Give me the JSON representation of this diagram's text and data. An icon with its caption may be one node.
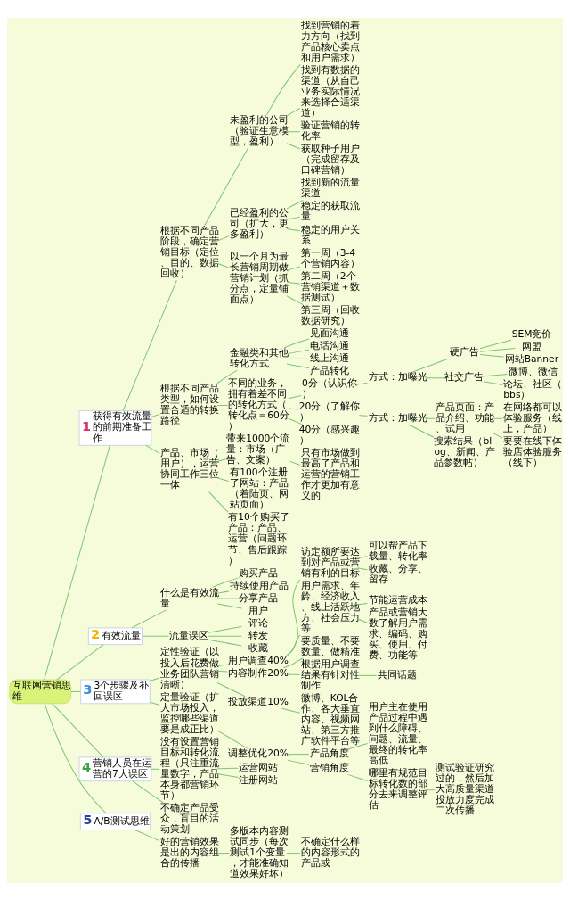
{
  "diagram": {
    "nodes": [
      {
        "text": [
          "互联网营销思维"
        ]
      },
      {
        "text": [
          "1",
          "获得有效流量的前期准备工作"
        ]
      },
      {
        "text": [
          "根据不同产品阶段，确定营销目标（定位、目的、数据回收）"
        ]
      },
      {
        "text": [
          "未盈利的公司（验证生意模型，盈利）"
        ]
      },
      {
        "text": [
          "找到营销的着力方向（找到产品核心卖点和用户需求）"
        ]
      },
      {
        "text": [
          "找到有数据的渠道（从自己业务实际情况来选择合适渠道）"
        ]
      },
      {
        "text": [
          "验证营销的转化率"
        ]
      },
      {
        "text": [
          "获取种子用户（完成留存及口碑营销）"
        ]
      },
      {
        "text": [
          "已经盈利的公司（扩大，更多盈利）"
        ]
      },
      {
        "text": [
          "找到新的流量渠道"
        ]
      },
      {
        "text": [
          "稳定的获取流量"
        ]
      },
      {
        "text": [
          "稳定的用户关系"
        ]
      },
      {
        "text": [
          "以一个月为最长营销周期做营销计划（抓分点，定量铺面点）"
        ]
      },
      {
        "text": [
          "第一周（3-4个营销内容）"
        ]
      },
      {
        "text": [
          "第二周（2个营销渠道＋数据测试）"
        ]
      },
      {
        "text": [
          "第三周（回收数据研究）"
        ]
      },
      {
        "text": [
          "根据不同产品类型，如何设置合适的转换路径"
        ]
      },
      {
        "text": [
          "金融类和其他转化方式"
        ]
      },
      {
        "text": [
          "见面沟通"
        ]
      },
      {
        "text": [
          "电话沟通"
        ]
      },
      {
        "text": [
          "线上沟通"
        ]
      },
      {
        "text": [
          "产品转化"
        ]
      },
      {
        "text": [
          "不同的业务，拥有着差不同的转化方式（转化点＝60分）"
        ]
      },
      {
        "text": [
          "0分（认识你）"
        ]
      },
      {
        "text": [
          "方式：加曝光"
        ]
      },
      {
        "text": [
          "硬广告"
        ]
      },
      {
        "text": [
          "SEM竞价"
        ]
      },
      {
        "text": [
          "网盟"
        ]
      },
      {
        "text": [
          "网站Banner"
        ]
      },
      {
        "text": [
          "社交广告"
        ]
      },
      {
        "text": [
          "微博、微信"
        ]
      },
      {
        "text": [
          "论坛、社区（bbs）"
        ]
      },
      {
        "text": [
          "20分（了解你）"
        ]
      },
      {
        "text": [
          "方式：加曝光"
        ]
      },
      {
        "text": [
          "产品页面：产品介绍、功能、试用"
        ]
      },
      {
        "text": [
          "在网络都可以体验服务（线上，产品）"
        ]
      },
      {
        "text": [
          "要要在线下体验店体验服务（线下）"
        ]
      },
      {
        "text": [
          "搜索结果（blog、新闻、产品参数帖）"
        ]
      },
      {
        "text": [
          "40分（感兴趣）"
        ]
      },
      {
        "text": [
          "产品、市场（用户），运营协同工作三位一体"
        ]
      },
      {
        "text": [
          "带来1000个流量：市场（广告、文案）"
        ]
      },
      {
        "text": [
          "只有市场做到最高了产品和运营的营销工作才更加有意义的"
        ]
      },
      {
        "text": [
          "有100个注册了网站：产品（着陆页、网站页面）"
        ]
      },
      {
        "text": [
          "有10个购买了产品：产品、运营（问题环节、售后跟踪）"
        ]
      },
      {
        "text": [
          "2",
          "有效流量"
        ]
      },
      {
        "text": [
          "什么是有效流量"
        ]
      },
      {
        "text": [
          "购买产品"
        ]
      },
      {
        "text": [
          "持续使用产品"
        ]
      },
      {
        "text": [
          "分享产品"
        ]
      },
      {
        "text": [
          "用户"
        ]
      },
      {
        "text": [
          "流量误区"
        ]
      },
      {
        "text": [
          "评论"
        ]
      },
      {
        "text": [
          "转发"
        ]
      },
      {
        "text": [
          "收藏"
        ]
      },
      {
        "text": [
          "3",
          "3个步骤及补回误区"
        ]
      },
      {
        "text": [
          "定性验证（以投入后花费做业务团队营销清晰）"
        ]
      },
      {
        "text": [
          "用户调查40%"
        ]
      },
      {
        "text": [
          "访定额所要达到对产品或营销有利的目标"
        ]
      },
      {
        "text": [
          "可以帮产品下载量、转化率"
        ]
      },
      {
        "text": [
          "收藏、分享、留存"
        ]
      },
      {
        "text": [
          "用户需求、年龄、经济收入、线上活跃地方、社会压力等"
        ]
      },
      {
        "text": [
          "节能运营成本"
        ]
      },
      {
        "text": [
          "产品或营销大数了解用户需求、编码、购买、使用、付费、功能等"
        ]
      },
      {
        "text": [
          "内容制作20%"
        ]
      },
      {
        "text": [
          "要质量、不要数量、做精准"
        ]
      },
      {
        "text": [
          "根据用户调查结果有针对性制作"
        ]
      },
      {
        "text": [
          "共同话题"
        ]
      },
      {
        "text": [
          "投放渠道10%"
        ]
      },
      {
        "text": [
          "微博、KOL合作、各大垂直内容、视频网站、第三方推广软件平台等"
        ]
      },
      {
        "text": [
          "定量验证（扩大市场投入，监控哪些渠道要是成正比）"
        ]
      },
      {
        "text": [
          "调整优化20%"
        ]
      },
      {
        "text": [
          "产品角度"
        ]
      },
      {
        "text": [
          "用户主在使用产品过程中遇到什么障碍、问题、流量、最终的转化率高低"
        ]
      },
      {
        "text": [
          "营销角度"
        ]
      },
      {
        "text": [
          "哪里有规范目标转化数的部分去来调整评估"
        ]
      },
      {
        "text": [
          "测试验证研究过的，然后加大高质量渠道投放力度完成二次传播"
        ]
      },
      {
        "text": [
          "4",
          "营销人员在运营的7大误区"
        ]
      },
      {
        "text": [
          "没有设置营销目标和转化流程（只注重流量数字，产品本身都营销环节）"
        ]
      },
      {
        "text": [
          "运营网站"
        ]
      },
      {
        "text": [
          "注册网站"
        ]
      },
      {
        "text": [
          "不确定产品受众，盲目的活动策划"
        ]
      },
      {
        "text": [
          "5",
          "A/B测试思维"
        ]
      },
      {
        "text": [
          "好的营销效果是出的内容组合的传播"
        ]
      },
      {
        "text": [
          "多版本内容测试同步（每次测试1个变量，才能准确知道效果好坏）"
        ]
      },
      {
        "text": [
          "不确定什么样的内容形式的产品或"
        ]
      }
    ],
    "edges": [
      {
        "from": 0,
        "to": 1,
        "arrow": "none"
      },
      {
        "from": 1,
        "to": 2,
        "arrow": "none"
      },
      {
        "from": 2,
        "to": 3,
        "arrow": "none"
      },
      {
        "from": 3,
        "to": 4,
        "arrow": "none"
      },
      {
        "from": 3,
        "to": 5,
        "arrow": "none"
      },
      {
        "from": 3,
        "to": 6,
        "arrow": "none"
      },
      {
        "from": 3,
        "to": 7,
        "arrow": "none"
      },
      {
        "from": 2,
        "to": 8,
        "arrow": "none"
      },
      {
        "from": 8,
        "to": 9,
        "arrow": "none"
      },
      {
        "from": 8,
        "to": 10,
        "arrow": "none"
      },
      {
        "from": 8,
        "to": 11,
        "arrow": "none"
      },
      {
        "from": 2,
        "to": 12,
        "arrow": "none"
      },
      {
        "from": 12,
        "to": 13,
        "arrow": "none"
      },
      {
        "from": 12,
        "to": 14,
        "arrow": "none"
      },
      {
        "from": 12,
        "to": 15,
        "arrow": "none"
      },
      {
        "from": 1,
        "to": 16,
        "arrow": "none"
      },
      {
        "from": 16,
        "to": 17,
        "arrow": "none"
      },
      {
        "from": 17,
        "to": 18,
        "arrow": "none"
      },
      {
        "from": 17,
        "to": 19,
        "arrow": "none"
      },
      {
        "from": 17,
        "to": 20,
        "arrow": "none"
      },
      {
        "from": 17,
        "to": 21,
        "arrow": "none"
      },
      {
        "from": 16,
        "to": 22,
        "arrow": "none"
      },
      {
        "from": 22,
        "to": 23,
        "arrow": "none"
      },
      {
        "from": 23,
        "to": 24,
        "arrow": "none"
      },
      {
        "from": 24,
        "to": 25,
        "arrow": "none"
      },
      {
        "from": 25,
        "to": 26,
        "arrow": "none"
      },
      {
        "from": 25,
        "to": 27,
        "arrow": "none"
      },
      {
        "from": 25,
        "to": 28,
        "arrow": "none"
      },
      {
        "from": 24,
        "to": 29,
        "arrow": "none"
      },
      {
        "from": 29,
        "to": 30,
        "arrow": "none"
      },
      {
        "from": 29,
        "to": 31,
        "arrow": "none"
      },
      {
        "from": 22,
        "to": 32,
        "arrow": "none"
      },
      {
        "from": 32,
        "to": 33,
        "arrow": "none"
      },
      {
        "from": 33,
        "to": 34,
        "arrow": "none"
      },
      {
        "from": 34,
        "to": 35,
        "arrow": "none"
      },
      {
        "from": 34,
        "to": 36,
        "arrow": "none"
      },
      {
        "from": 33,
        "to": 37,
        "arrow": "none"
      },
      {
        "from": 22,
        "to": 38,
        "arrow": "none"
      },
      {
        "from": 1,
        "to": 39,
        "arrow": "none"
      },
      {
        "from": 39,
        "to": 40,
        "arrow": "none"
      },
      {
        "from": 40,
        "to": 41,
        "arrow": "none"
      },
      {
        "from": 39,
        "to": 42,
        "arrow": "none"
      },
      {
        "from": 39,
        "to": 43,
        "arrow": "none"
      },
      {
        "from": 0,
        "to": 44,
        "arrow": "none"
      },
      {
        "from": 44,
        "to": 45,
        "arrow": "none"
      },
      {
        "from": 45,
        "to": 46,
        "arrow": "none"
      },
      {
        "from": 45,
        "to": 47,
        "arrow": "none"
      },
      {
        "from": 45,
        "to": 48,
        "arrow": "none"
      },
      {
        "from": 45,
        "to": 49,
        "arrow": "none"
      },
      {
        "from": 44,
        "to": 50,
        "arrow": "none"
      },
      {
        "from": 50,
        "to": 51,
        "arrow": "none"
      },
      {
        "from": 50,
        "to": 52,
        "arrow": "none"
      },
      {
        "from": 50,
        "to": 53,
        "arrow": "none"
      },
      {
        "from": 0,
        "to": 54,
        "arrow": "none"
      },
      {
        "from": 54,
        "to": 55,
        "arrow": "none"
      },
      {
        "from": 55,
        "to": 56,
        "arrow": "none"
      },
      {
        "from": 56,
        "to": 57,
        "arrow": "none"
      },
      {
        "from": 57,
        "to": 58,
        "arrow": "none"
      },
      {
        "from": 57,
        "to": 59,
        "arrow": "none"
      },
      {
        "from": 56,
        "to": 60,
        "arrow": "none"
      },
      {
        "from": 60,
        "to": 61,
        "arrow": "none"
      },
      {
        "from": 60,
        "to": 62,
        "arrow": "none"
      },
      {
        "from": 55,
        "to": 63,
        "arrow": "none"
      },
      {
        "from": 63,
        "to": 64,
        "arrow": "none"
      },
      {
        "from": 63,
        "to": 65,
        "arrow": "none"
      },
      {
        "from": 65,
        "to": 66,
        "arrow": "none"
      },
      {
        "from": 55,
        "to": 67,
        "arrow": "none"
      },
      {
        "from": 67,
        "to": 68,
        "arrow": "none"
      },
      {
        "from": 54,
        "to": 69,
        "arrow": "none"
      },
      {
        "from": 69,
        "to": 70,
        "arrow": "none"
      },
      {
        "from": 70,
        "to": 71,
        "arrow": "none"
      },
      {
        "from": 71,
        "to": 72,
        "arrow": "none"
      },
      {
        "from": 70,
        "to": 73,
        "arrow": "none"
      },
      {
        "from": 73,
        "to": 74,
        "arrow": "none"
      },
      {
        "from": 74,
        "to": 75,
        "arrow": "none"
      },
      {
        "from": 0,
        "to": 76,
        "arrow": "none"
      },
      {
        "from": 76,
        "to": 77,
        "arrow": "none"
      },
      {
        "from": 77,
        "to": 78,
        "arrow": "none"
      },
      {
        "from": 77,
        "to": 79,
        "arrow": "none"
      },
      {
        "from": 76,
        "to": 80,
        "arrow": "none"
      },
      {
        "from": 0,
        "to": 81,
        "arrow": "none"
      },
      {
        "from": 81,
        "to": 82,
        "arrow": "none"
      },
      {
        "from": 82,
        "to": 83,
        "arrow": "none"
      },
      {
        "from": 83,
        "to": 84,
        "arrow": "none"
      }
    ]
  }
}
